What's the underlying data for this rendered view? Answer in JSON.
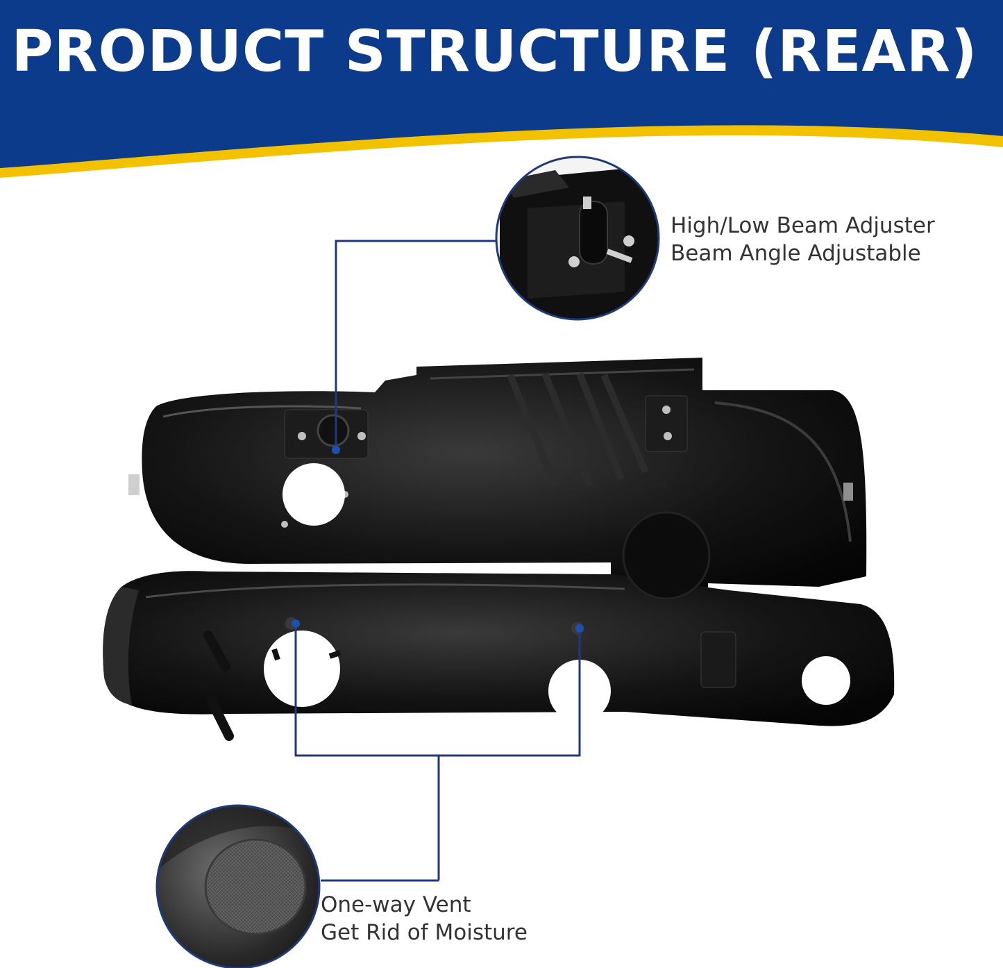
{
  "header": {
    "title": "PRODUCT STRUCTURE (REAR)",
    "background_color": "#0b3b8a",
    "stripe_color": "#f2c200"
  },
  "callouts": {
    "adjuster": {
      "line1": "High/Low Beam Adjuster",
      "line2": "Beam Angle Adjustable"
    },
    "vent": {
      "line1": "One-way Vent",
      "line2": "Get Rid of Moisture"
    }
  },
  "connector_color": "#1f3a7a",
  "text_color": "#333333"
}
